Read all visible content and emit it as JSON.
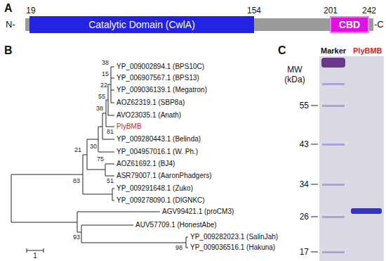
{
  "diagram": {
    "nodes": [
      {
        "text": [
          "Catalytic Domain (CwlA)"
        ]
      },
      {
        "text": [
          "CBD"
        ]
      }
    ],
    "labels": [
      "A",
      "N-",
      "-C",
      "19",
      "154",
      "201",
      "242",
      "B",
      "YP_009002894.1 (BPS10C)",
      "YP_006907567.1 (BPS13)",
      "YP_009036139.1 (Megatron)",
      "AOZ62319.1 (SBP8a)",
      "AVO23035.1 (Anath)",
      "PlyBMB",
      "YP_009280443.1 (Belinda)",
      "YP_004957016.1 (W. Ph.)",
      "AOZ61692.1 (BJ4)",
      "ASR79007.1 (AaronPhadgers)",
      "YP_009291648.1 (Zuko)",
      "YP_009278090.1 (DIGNKC)",
      "AGV99421.1 (proCM3)",
      "AUV57709.1 (HonestAbe)",
      "YP_009282023.1 (SalinJah)",
      "YP_009036516.1 (Hakuna)",
      "38",
      "15",
      "22",
      "55",
      "38",
      "81",
      "30",
      "75",
      "51",
      "21",
      "83",
      "93",
      "98",
      "1",
      "C",
      "Marker",
      "PlyBMB",
      "MW (kDa)",
      "55",
      "43",
      "34",
      "26",
      "17"
    ]
  }
}
